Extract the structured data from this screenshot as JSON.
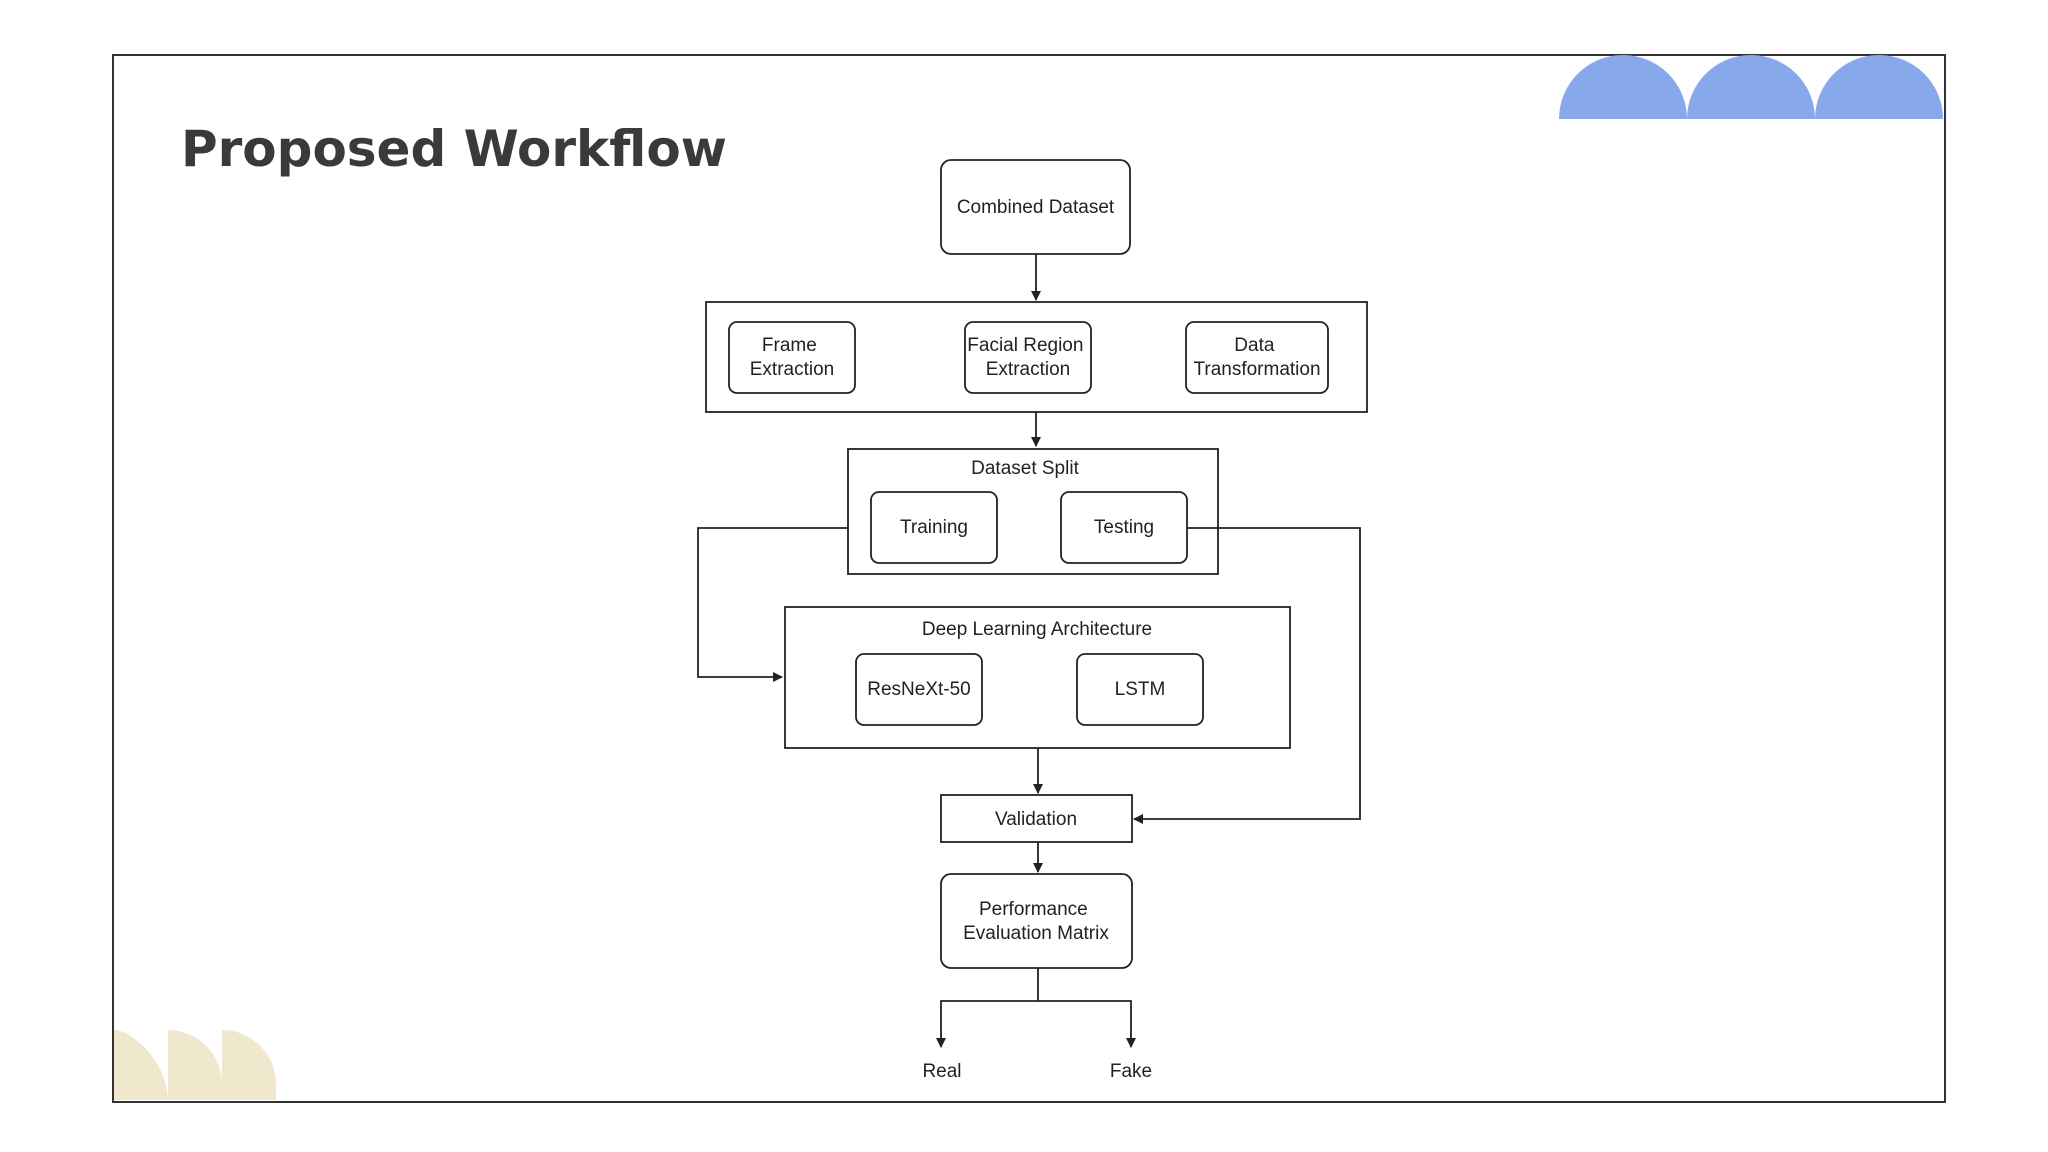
{
  "slide": {
    "title": "Proposed Workflow",
    "colors": {
      "deco_top": "#87a9ec",
      "deco_bottom": "#efe8cc",
      "frame": "#333333"
    }
  },
  "diagram": {
    "nodes": {
      "combined_dataset": "Combined Dataset",
      "frame_extraction": [
        "Frame",
        "Extraction"
      ],
      "facial_region_extraction": [
        "Facial Region",
        "Extraction"
      ],
      "data_transformation": [
        "Data",
        "Transformation"
      ],
      "dataset_split": "Dataset Split",
      "training": "Training",
      "testing": "Testing",
      "deep_learning_architecture": "Deep Learning Architecture",
      "resnext": "ResNeXt-50",
      "lstm": "LSTM",
      "validation": "Validation",
      "performance": [
        "Performance",
        "Evaluation Matrix"
      ],
      "real": "Real",
      "fake": "Fake"
    }
  }
}
